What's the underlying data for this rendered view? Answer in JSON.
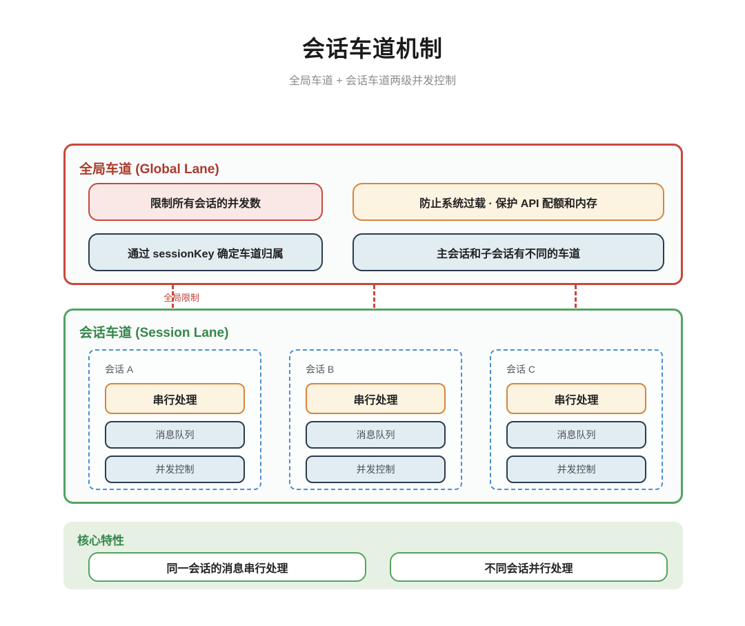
{
  "title": "会话车道机制",
  "subtitle": "全局车道 + 会话车道两级并发控制",
  "colors": {
    "red_border": "#C8473C",
    "red_text": "#A93B2B",
    "pink_bg": "#FAE8E6",
    "orange_border": "#D4863E",
    "cream_bg": "#FCF3E1",
    "navy_border": "#2A3B4D",
    "lightblue_bg": "#E2EDF2",
    "dashed_blue": "#4A8FD4",
    "green_border": "#53A360",
    "green_text": "#35864A",
    "lightgreen_bg": "#E6F1E3",
    "arrow_red": "#D0443B"
  },
  "global_lane": {
    "title": "全局车道 (Global Lane)",
    "pills": [
      {
        "text": "限制所有会话的并发数",
        "style": "pink"
      },
      {
        "text": "防止系统过载 · 保护 API 配额和内存",
        "style": "orange"
      },
      {
        "text": "通过 sessionKey 确定车道归属",
        "style": "blue"
      },
      {
        "text": "主会话和子会话有不同的车道",
        "style": "blue"
      }
    ]
  },
  "arrow_label": "全局限制",
  "session_lane": {
    "title": "会话车道 (Session Lane)",
    "sessions": [
      {
        "label": "会话 A",
        "items": [
          "串行处理",
          "消息队列",
          "并发控制"
        ]
      },
      {
        "label": "会话 B",
        "items": [
          "串行处理",
          "消息队列",
          "并发控制"
        ]
      },
      {
        "label": "会话 C",
        "items": [
          "串行处理",
          "消息队列",
          "并发控制"
        ]
      }
    ]
  },
  "core_features": {
    "title": "核心特性",
    "pills": [
      "同一会话的消息串行处理",
      "不同会话并行处理"
    ]
  }
}
